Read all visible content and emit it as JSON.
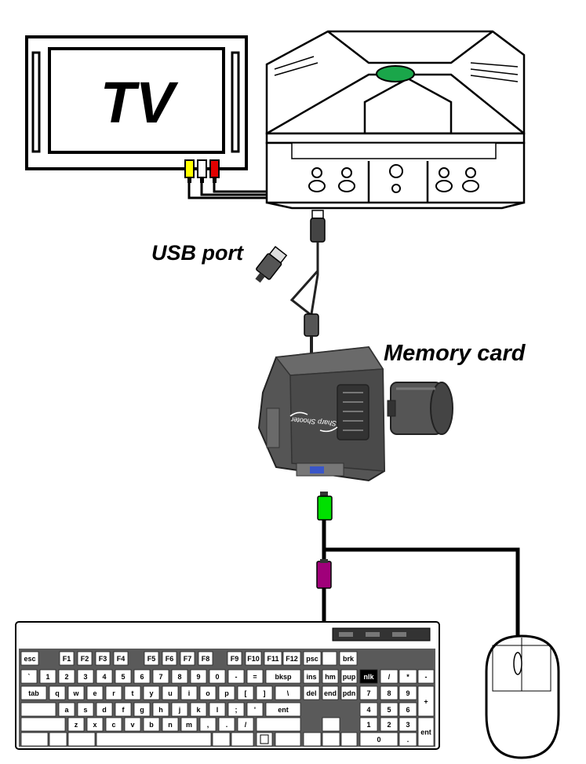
{
  "labels": {
    "tv": "TV",
    "usb_port": "USB port",
    "memory_card": "Memory card",
    "adapter_brand": "Sharp Shooter"
  },
  "colors": {
    "plug_green": "#00e000",
    "plug_purple": "#a0007a",
    "rca_yellow": "#ffff00",
    "rca_white": "#ffffff",
    "rca_red": "#e00000",
    "console_button": "#1aa64a",
    "keyboard_panel": "#5a5a5a"
  },
  "keyboard": {
    "rows": [
      [
        "esc",
        "F1",
        "F2",
        "F3",
        "F4",
        "F5",
        "F6",
        "F7",
        "F8",
        "F9",
        "F10",
        "F11",
        "F12",
        "psc",
        "brk"
      ],
      [
        "`",
        "1",
        "2",
        "3",
        "4",
        "5",
        "6",
        "7",
        "8",
        "9",
        "0",
        "-",
        "=",
        "bksp",
        "ins",
        "hm",
        "pup",
        "nlk",
        "/",
        "*",
        "-"
      ],
      [
        "tab",
        "q",
        "w",
        "e",
        "r",
        "t",
        "y",
        "u",
        "i",
        "o",
        "p",
        "[",
        "]",
        "\\",
        "del",
        "end",
        "pdn",
        "7",
        "8",
        "9",
        "+"
      ],
      [
        "a",
        "s",
        "d",
        "f",
        "g",
        "h",
        "j",
        "k",
        "l",
        ";",
        "'",
        "ent",
        "4",
        "5",
        "6"
      ],
      [
        "z",
        "x",
        "c",
        "v",
        "b",
        "n",
        "m",
        ",",
        ".",
        "/",
        "1",
        "2",
        "3",
        "ent"
      ],
      [
        "0",
        "."
      ]
    ]
  }
}
